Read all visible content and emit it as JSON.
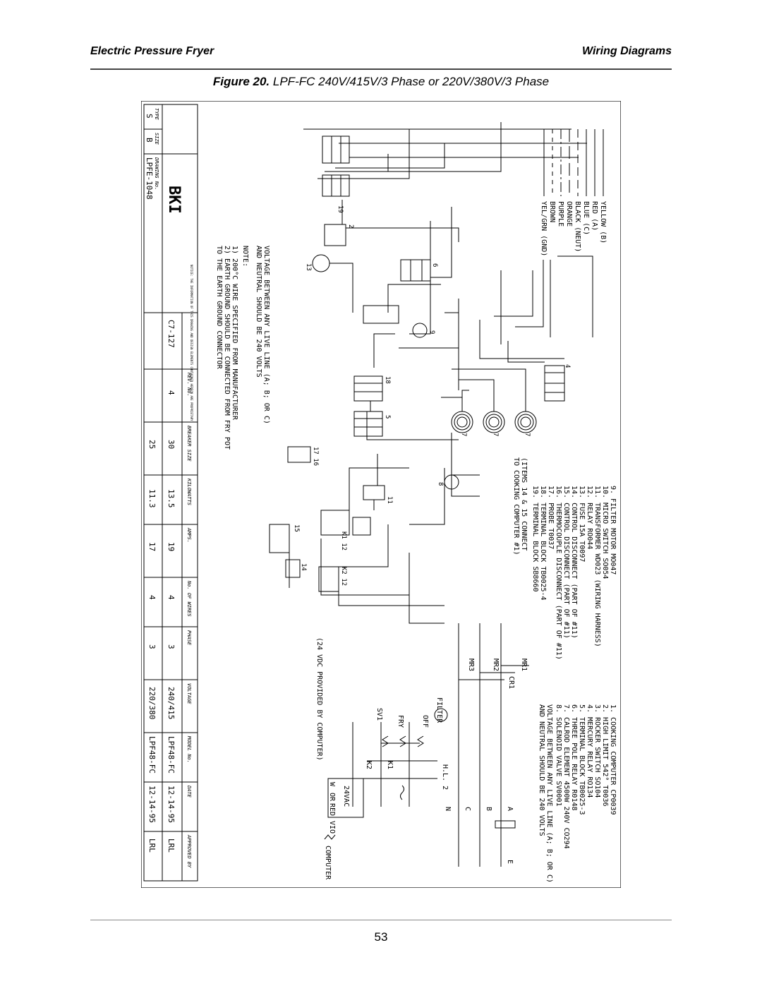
{
  "header": {
    "left": "Electric Pressure Fryer",
    "right": "Wiring Diagrams"
  },
  "figure": {
    "label": "Figure 20.",
    "caption": "LPF-FC 240V/415V/3 Phase or 220V/380V/3 Phase"
  },
  "page_number": "53",
  "legend": [
    {
      "label": "YELLOW (B)",
      "style": "solid"
    },
    {
      "label": "RED (A)",
      "style": "solid"
    },
    {
      "label": "BLUE (C)",
      "style": "solid"
    },
    {
      "label": "BLACK (NEUT)",
      "style": "dash"
    },
    {
      "label": "ORANGE",
      "style": "longdash"
    },
    {
      "label": "PURPLE",
      "style": "dashdot"
    },
    {
      "label": "BROWN",
      "style": "dash2"
    },
    {
      "label": "YEL/GRN (GND)",
      "style": "solid"
    }
  ],
  "parts_a": [
    "1. COOKING COMPUTER CP0039",
    "2. HIGH LIMIT 542° T0036",
    "3. ROCKER SWITCH SO104",
    "4. MERCURY RELAY RO134",
    "5. TERMINAL BLOCK TB0025-3",
    "6. THREE POLE RELAY R0148",
    "7. CALROD ELEMENT 4500W 240V CO294",
    "8. SOLENOID VALVE SV0001"
  ],
  "parts_b": [
    "9. FILTER MOTOR MO047",
    "10. MICRO SWITCH SO054",
    "11. TRANSFORMER WD023 (WIRING HARNESS)",
    "12. RELAY RO044",
    "13. FUSE 15A T0097",
    "14. CONTROL DISCONNECT (PART OF #11)",
    "15. CONTROL DISCONNECT (PART OF #11)",
    "16. THERMOCOUPLE DISCONNECT (PART OF #11)",
    "17. PROBE T0037",
    "18. TERMINAL BLOCK TB0025-4",
    "19. TERMINAL BLOCK SB8660"
  ],
  "voltage_note": [
    "VOLTAGE BETWEEN ANY LIVE LINE (A; B; OR C)",
    "AND NEUTRAL SHOULD BE 240 VOLTS"
  ],
  "notes": {
    "title": "NOTE:",
    "items": [
      "1)  200°C WIRE SPECIFIED FROM MANUFACTURER",
      "2)  EARTH GROUND SHOULD BE CONNECTED FROM FRY POT",
      "     TO THE EARTH GROUND CONNECTOR"
    ]
  },
  "items_note": [
    "(ITEMS 14 & 15 CONNECT",
    "TO COOKING COMPUTER #1)"
  ],
  "vdc_note": "(24 VDC PROVIDED BY COMPUTER)",
  "schematic_labels": {
    "lines": [
      "E",
      "A",
      "B",
      "C",
      "N"
    ],
    "cr1": "CR1",
    "mr1": "MR1",
    "mr2": "MR2",
    "mr3": "MR3",
    "filter": "FILTER",
    "off": "OFF",
    "fry": "FRY",
    "hl": "H.L. 2",
    "computer": "COMPUTER",
    "vac": "24VAC",
    "w": "W",
    "or": "OR",
    "red": "RED",
    "vio": "VIO",
    "k1": "K1",
    "k2": "K2",
    "sv1": "SV1"
  },
  "title_block": {
    "headers": [
      "APPROVED BY",
      "DATE",
      "MODEL No.",
      "VOLTAGE",
      "PHASE",
      "No. OF WIRES",
      "AMPS.",
      "KILOWATTS",
      "BREAKER SIZE",
      "REV. No."
    ],
    "rows": [
      [
        "LRL",
        "12-14-95",
        "LPF48-FC",
        "240/415",
        "3",
        "4",
        "19",
        "13.5",
        "30",
        "4"
      ],
      [
        "LRL",
        "12-14-95",
        "LPF48-FC",
        "220/380",
        "3",
        "4",
        "17",
        "11.3",
        "25",
        ""
      ]
    ],
    "drawing_no": "LPFE-1048",
    "type": "S",
    "size": "B",
    "drawing_no_label": "DRAWING No.",
    "type_label": "TYPE",
    "size_label": "SIZE",
    "cost_no": "C7-127",
    "brand": "BKI",
    "proprietary": "NOTICE: THE INFORMATION OF THIS DRAWING AND DESIGN ELEMENTS CONTAINED HEREON ARE PROPRIETARY"
  }
}
